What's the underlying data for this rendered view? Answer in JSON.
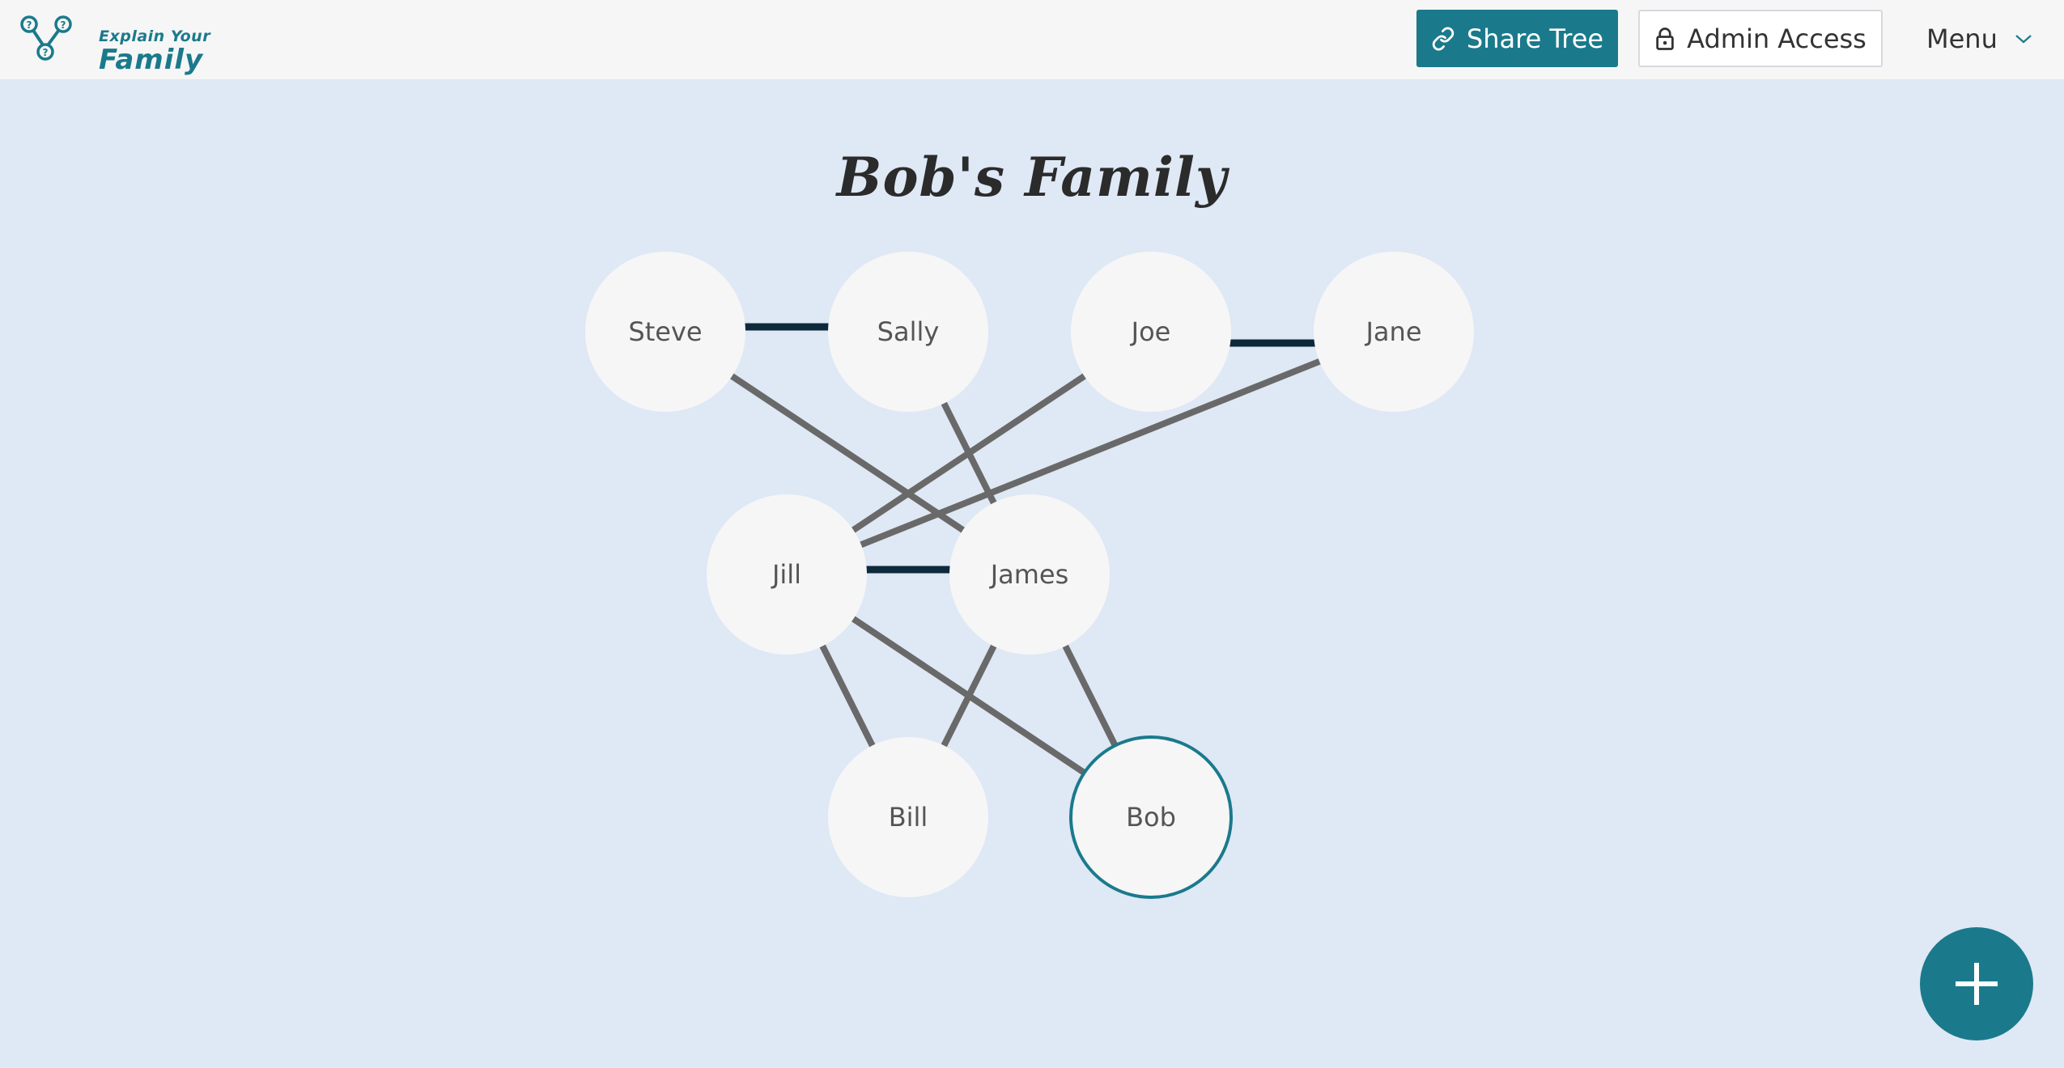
{
  "header": {
    "logo_line1": "Explain Your",
    "logo_line2": "Family",
    "share_label": "Share Tree",
    "admin_label": "Admin Access",
    "menu_label": "Menu"
  },
  "tree": {
    "title": "Bob's Family",
    "people": [
      {
        "id": "steve",
        "name": "Steve"
      },
      {
        "id": "sally",
        "name": "Sally"
      },
      {
        "id": "joe",
        "name": "Joe"
      },
      {
        "id": "jane",
        "name": "Jane"
      },
      {
        "id": "jill",
        "name": "Jill"
      },
      {
        "id": "james",
        "name": "James"
      },
      {
        "id": "bill",
        "name": "Bill"
      },
      {
        "id": "bob",
        "name": "Bob",
        "selected": true
      }
    ],
    "partnerships": [
      [
        "steve",
        "sally"
      ],
      [
        "joe",
        "jane"
      ],
      [
        "jill",
        "james"
      ]
    ],
    "parent_child": [
      [
        "steve",
        "james"
      ],
      [
        "sally",
        "james"
      ],
      [
        "joe",
        "jill"
      ],
      [
        "jane",
        "jill"
      ],
      [
        "jill",
        "bill"
      ],
      [
        "james",
        "bill"
      ],
      [
        "jill",
        "bob"
      ],
      [
        "james",
        "bob"
      ]
    ]
  },
  "colors": {
    "accent": "#1a7a8c",
    "background": "#dfe8f5",
    "node_fill": "#f6f6f6",
    "parent_line": "#696969",
    "partner_line": "#0c2a3b"
  },
  "fab": {
    "icon": "plus-icon"
  }
}
